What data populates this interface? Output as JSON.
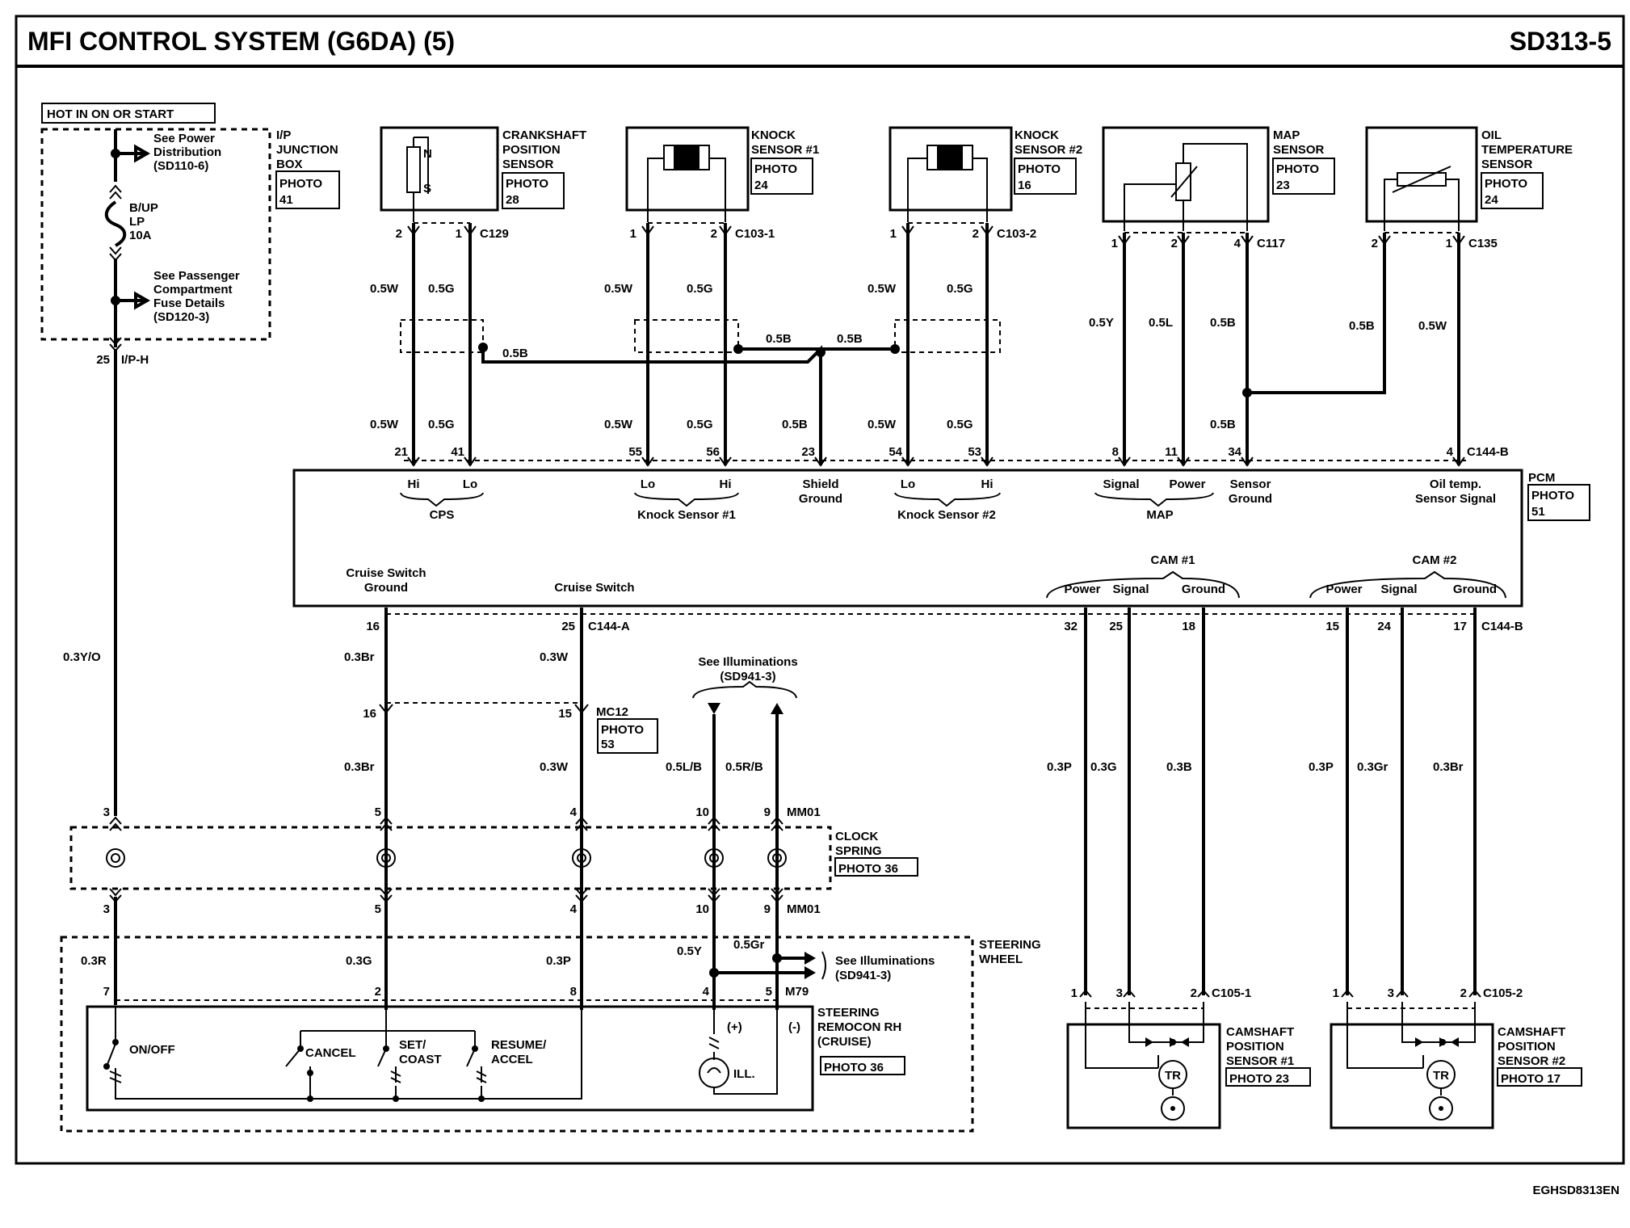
{
  "header": {
    "title": "MFI CONTROL SYSTEM (G6DA) (5)",
    "code": "SD313-5"
  },
  "footer": {
    "doc_id": "EGHSD8313EN"
  },
  "power": {
    "hot_label": "HOT IN ON OR START",
    "see_power": [
      "See Power",
      "Distribution",
      "(SD110-6)"
    ],
    "fuse": [
      "B/UP",
      "LP",
      "10A"
    ],
    "see_passenger": [
      "See Passenger",
      "Compartment",
      "Fuse Details",
      "(SD120-3)"
    ],
    "junction": [
      "I/P",
      "JUNCTION",
      "BOX"
    ],
    "junction_photo": [
      "PHOTO",
      "41"
    ],
    "pin": "25",
    "connector": "I/P-H",
    "wire": "0.3Y/O"
  },
  "sensors": {
    "crank": {
      "name": [
        "CRANKSHAFT",
        "POSITION",
        "SENSOR"
      ],
      "photo": [
        "PHOTO",
        "28"
      ],
      "pins": [
        "2",
        "1"
      ],
      "connector": "C129",
      "wires": [
        "0.5W",
        "0.5G"
      ],
      "glyph_n": "N",
      "glyph_s": "S"
    },
    "knock1": {
      "name": [
        "KNOCK",
        "SENSOR #1"
      ],
      "photo": [
        "PHOTO",
        "24"
      ],
      "pins": [
        "1",
        "2"
      ],
      "connector": "C103-1",
      "wires": [
        "0.5W",
        "0.5G"
      ]
    },
    "knock2": {
      "name": [
        "KNOCK",
        "SENSOR #2"
      ],
      "photo": [
        "PHOTO",
        "16"
      ],
      "pins": [
        "1",
        "2"
      ],
      "connector": "C103-2",
      "wires": [
        "0.5W",
        "0.5G"
      ]
    },
    "map": {
      "name": [
        "MAP",
        "SENSOR"
      ],
      "photo": [
        "PHOTO",
        "23"
      ],
      "pins": [
        "1",
        "2",
        "4"
      ],
      "connector": "C117",
      "wires": [
        "0.5Y",
        "0.5L",
        "0.5B"
      ]
    },
    "oil": {
      "name": [
        "OIL",
        "TEMPERATURE",
        "SENSOR"
      ],
      "photo": [
        "PHOTO",
        "24"
      ],
      "pins": [
        "2",
        "1"
      ],
      "connector": "C135",
      "wires": [
        "0.5B",
        "0.5W"
      ]
    }
  },
  "shield_wires": {
    "left": "0.5B",
    "mid1": "0.5B",
    "mid2": "0.5B",
    "lower": "0.5B",
    "map_lower": "0.5B"
  },
  "pcm": {
    "label": "PCM",
    "photo": [
      "PHOTO",
      "51"
    ],
    "top_wires": [
      "0.5W",
      "0.5G",
      "0.5W",
      "0.5G",
      "0.5B",
      "0.5W",
      "0.5G"
    ],
    "top_pins": [
      "21",
      "41",
      "55",
      "56",
      "23",
      "54",
      "53",
      "8",
      "11",
      "34",
      "4"
    ],
    "top_connector": "C144-B",
    "terminals": {
      "cps_hi": "Hi",
      "cps_lo": "Lo",
      "cps": "CPS",
      "ks1_lo": "Lo",
      "ks1_hi": "Hi",
      "ks1": "Knock Sensor #1",
      "shield": [
        "Shield",
        "Ground"
      ],
      "ks2_lo": "Lo",
      "ks2_hi": "Hi",
      "ks2": "Knock Sensor #2",
      "map_signal": "Signal",
      "map_power": "Power",
      "map": "MAP",
      "sensor_ground": [
        "Sensor",
        "Ground"
      ],
      "oil_signal": [
        "Oil temp.",
        "Sensor Signal"
      ],
      "cruise_gnd": [
        "Cruise Switch",
        "Ground"
      ],
      "cruise_sw": "Cruise Switch",
      "cam1": "CAM #1",
      "cam2": "CAM #2",
      "cam_power": "Power",
      "cam_signal": "Signal",
      "cam_ground": "Ground"
    },
    "bottom_pins": [
      "16",
      "25",
      "32",
      "25",
      "18",
      "15",
      "24",
      "17"
    ],
    "bottom_connectors": [
      "C144-A",
      "C144-B"
    ]
  },
  "cruise": {
    "wires_upper": [
      "0.3Br",
      "0.3W"
    ],
    "mc12_pins": [
      "16",
      "15"
    ],
    "mc12": "MC12",
    "mc12_photo": [
      "PHOTO",
      "53"
    ],
    "wires_lower": [
      "0.3Br",
      "0.3W"
    ]
  },
  "illum": {
    "see": [
      "See Illuminations",
      "(SD941-3)"
    ],
    "wires": [
      "0.5L/B",
      "0.5R/B"
    ],
    "see2": [
      "See Illuminations",
      "(SD941-3)"
    ],
    "wire_lower": [
      "0.5Y",
      "0.5Gr"
    ]
  },
  "clock_spring": {
    "name": [
      "CLOCK",
      "SPRING"
    ],
    "photo": "PHOTO 36",
    "pins_top": [
      "3",
      "5",
      "4",
      "10",
      "9"
    ],
    "pins_bottom": [
      "3",
      "5",
      "4",
      "10",
      "9"
    ],
    "connector": "MM01"
  },
  "steering": {
    "wheel": [
      "STEERING",
      "WHEEL"
    ],
    "wires": [
      "0.3R",
      "0.3G",
      "0.3P"
    ],
    "pins": [
      "7",
      "2",
      "8",
      "4",
      "5"
    ],
    "connector": "M79",
    "remocon": [
      "STEERING",
      "REMOCON RH",
      "(CRUISE)"
    ],
    "photo": "PHOTO 36",
    "switches": [
      "ON/OFF",
      "CANCEL",
      "SET/",
      "COAST",
      "RESUME/",
      "ACCEL"
    ],
    "plus": "(+)",
    "minus": "(-)",
    "ill": "ILL."
  },
  "cams": {
    "cam1": {
      "wires": [
        "0.3P",
        "0.3G",
        "0.3B"
      ],
      "pins": [
        "1",
        "3",
        "2"
      ],
      "connector": "C105-1",
      "name": [
        "CAMSHAFT",
        "POSITION",
        "SENSOR #1"
      ],
      "photo": "PHOTO 23",
      "tr": "TR"
    },
    "cam2": {
      "wires": [
        "0.3P",
        "0.3Gr",
        "0.3Br"
      ],
      "pins": [
        "1",
        "3",
        "2"
      ],
      "connector": "C105-2",
      "name": [
        "CAMSHAFT",
        "POSITION",
        "SENSOR #2"
      ],
      "photo": "PHOTO 17",
      "tr": "TR"
    }
  }
}
